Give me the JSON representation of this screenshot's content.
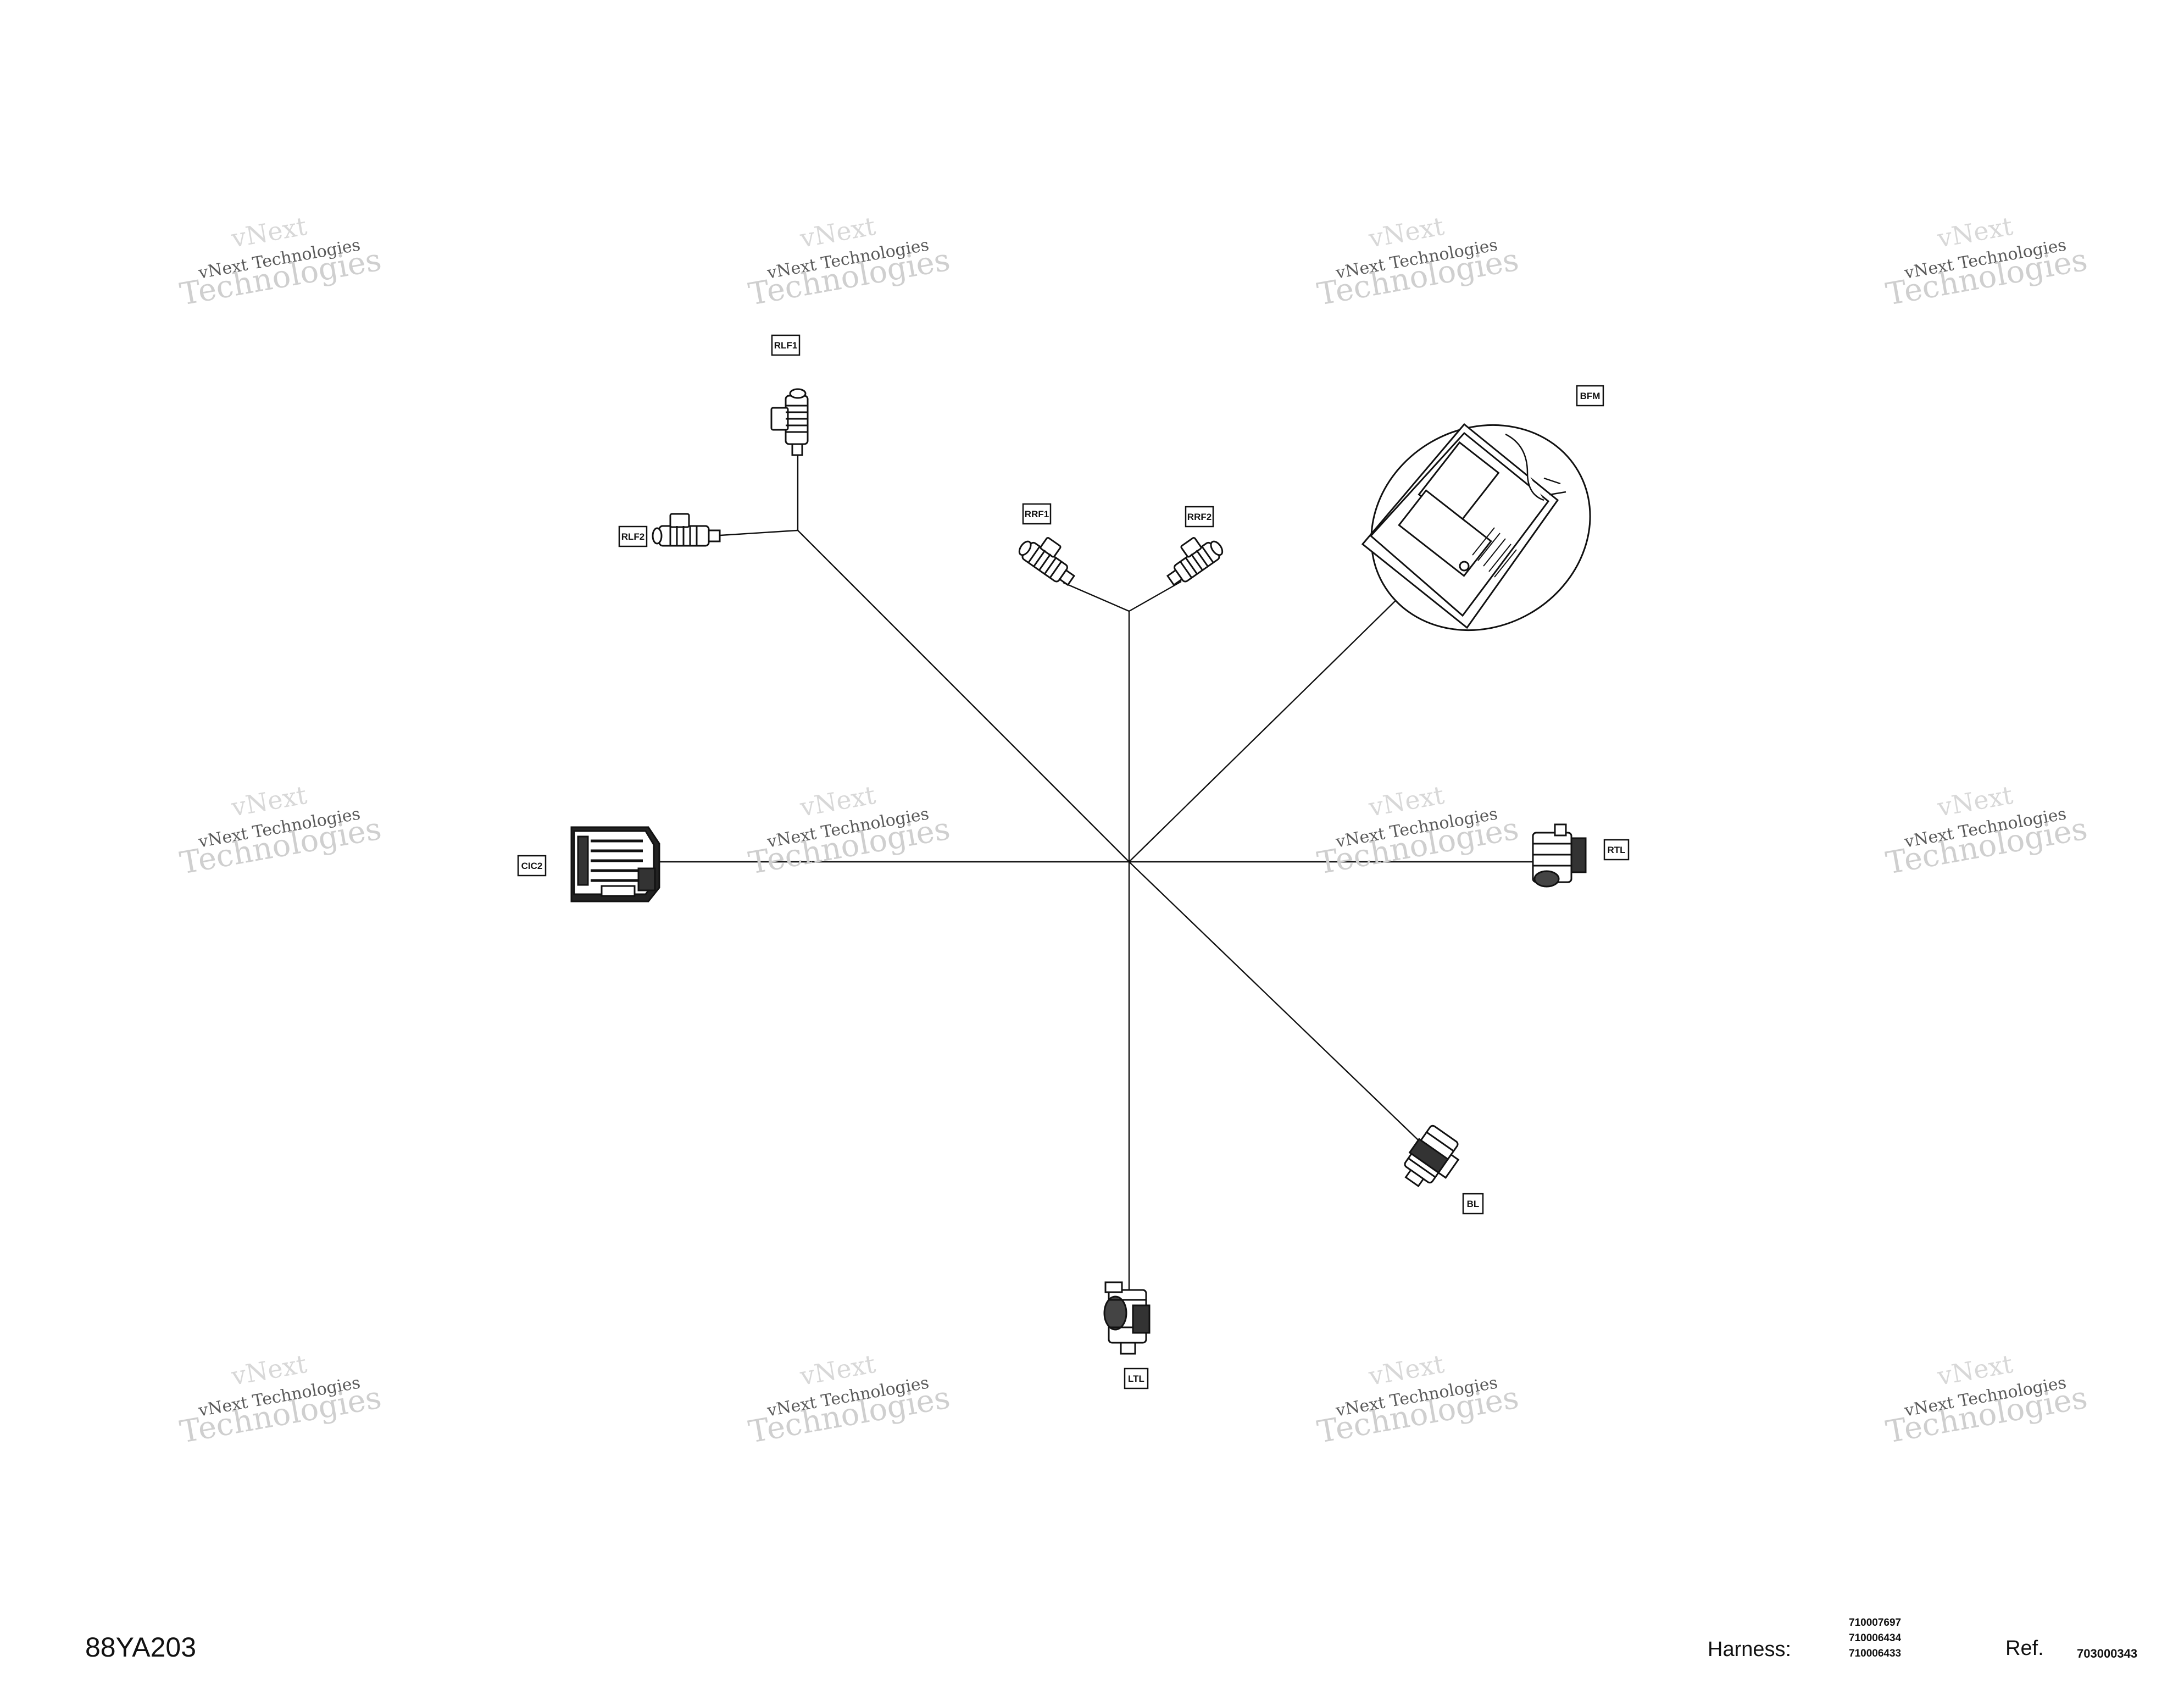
{
  "watermark": {
    "line1": "vNext",
    "line2": "vNext Technologies",
    "line3": "Technologies"
  },
  "connectors": [
    {
      "id": "RLF1",
      "label": "RLF1"
    },
    {
      "id": "RLF2",
      "label": "RLF2"
    },
    {
      "id": "RRF1",
      "label": "RRF1"
    },
    {
      "id": "RRF2",
      "label": "RRF2"
    },
    {
      "id": "BFM",
      "label": "BFM"
    },
    {
      "id": "CIC2",
      "label": "CIC2"
    },
    {
      "id": "RTL",
      "label": "RTL"
    },
    {
      "id": "BL",
      "label": "BL"
    },
    {
      "id": "LTL",
      "label": "LTL"
    }
  ],
  "footer": {
    "drawing_id": "88YA203",
    "harness_label": "Harness:",
    "harness_numbers": [
      "710007697",
      "710006434",
      "710006433"
    ],
    "ref_label": "Ref.",
    "ref_value": "703000343"
  }
}
